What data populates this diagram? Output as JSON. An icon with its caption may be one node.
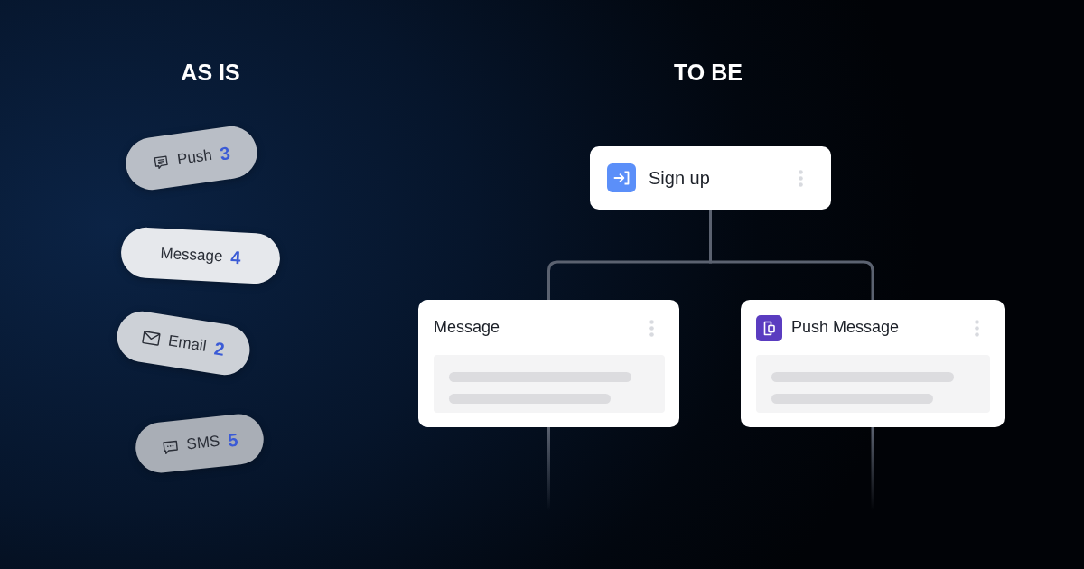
{
  "diagram": {
    "nodes": [
      {
        "text": [
          "Push",
          "3"
        ]
      },
      {
        "text": [
          "Message",
          "4"
        ]
      },
      {
        "text": [
          "Email",
          "2"
        ]
      },
      {
        "text": [
          "SMS",
          "5"
        ]
      },
      {
        "text": [
          "Sign up"
        ]
      },
      {
        "text": [
          "Message"
        ]
      },
      {
        "text": [
          "Push Message"
        ]
      }
    ],
    "edges": [
      {
        "from": 4,
        "to": 5,
        "arrow": "none"
      },
      {
        "from": 4,
        "to": 6,
        "arrow": "none"
      },
      {
        "from": 5,
        "to": null,
        "arrow": "none"
      },
      {
        "from": 6,
        "to": null,
        "arrow": "none"
      }
    ],
    "labels": [
      "AS IS",
      "TO BE"
    ]
  }
}
